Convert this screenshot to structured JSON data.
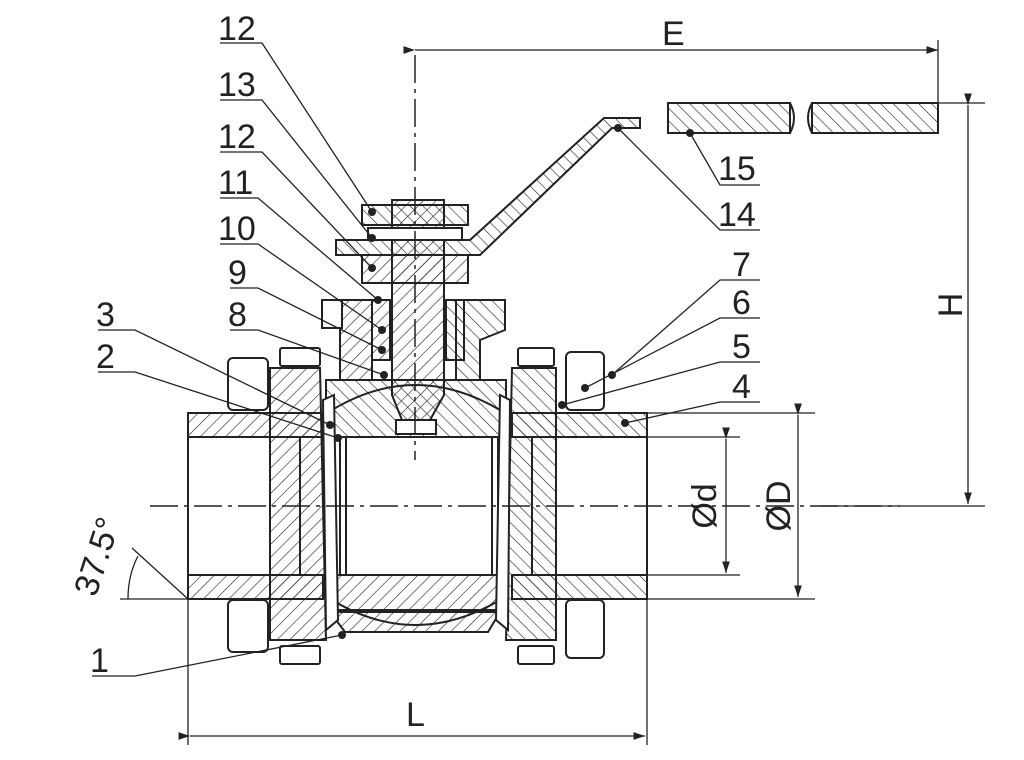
{
  "diagram": {
    "part_labels": [
      {
        "id": "p12a",
        "text": "12"
      },
      {
        "id": "p13",
        "text": "13"
      },
      {
        "id": "p12b",
        "text": "12"
      },
      {
        "id": "p11",
        "text": "11"
      },
      {
        "id": "p10",
        "text": "10"
      },
      {
        "id": "p9",
        "text": "9"
      },
      {
        "id": "p8",
        "text": "8"
      },
      {
        "id": "p3",
        "text": "3"
      },
      {
        "id": "p2",
        "text": "2"
      },
      {
        "id": "p1",
        "text": "1"
      },
      {
        "id": "p7",
        "text": "7"
      },
      {
        "id": "p6",
        "text": "6"
      },
      {
        "id": "p5",
        "text": "5"
      },
      {
        "id": "p4",
        "text": "4"
      },
      {
        "id": "p15",
        "text": "15"
      },
      {
        "id": "p14",
        "text": "14"
      }
    ],
    "dimensions": {
      "E": "E",
      "H": "H",
      "L": "L",
      "bore": "Ød",
      "outer": "ØD",
      "angle": "37.5°"
    },
    "colors": {
      "line": "#222222",
      "background": "#ffffff"
    }
  }
}
